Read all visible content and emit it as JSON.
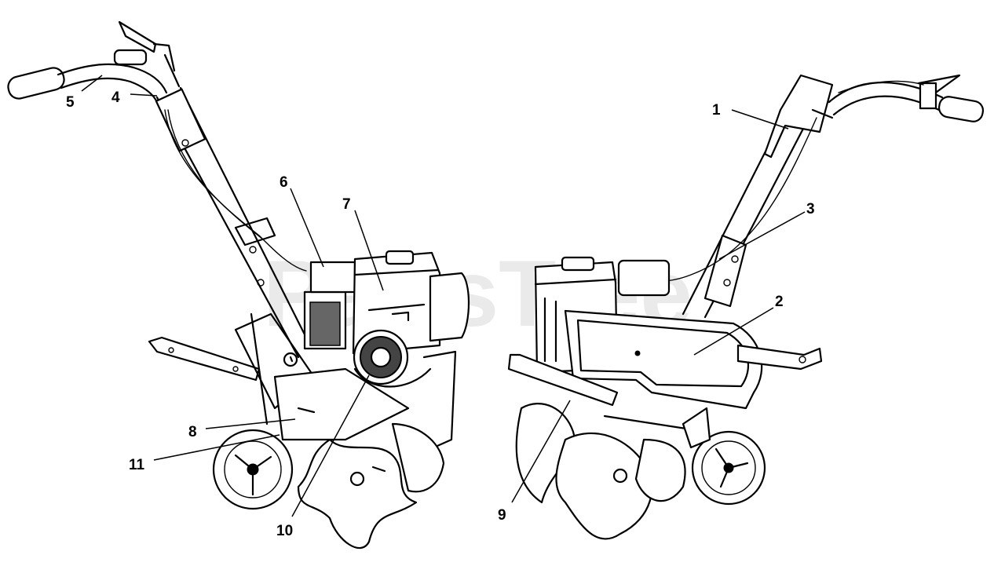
{
  "watermark": "PartsTree",
  "callouts": [
    {
      "id": "c1",
      "label": "1"
    },
    {
      "id": "c2",
      "label": "2"
    },
    {
      "id": "c3",
      "label": "3"
    },
    {
      "id": "c4",
      "label": "4"
    },
    {
      "id": "c5",
      "label": "5"
    },
    {
      "id": "c6",
      "label": "6"
    },
    {
      "id": "c7",
      "label": "7"
    },
    {
      "id": "c8",
      "label": "8"
    },
    {
      "id": "c9",
      "label": "9"
    },
    {
      "id": "c10",
      "label": "10"
    },
    {
      "id": "c11",
      "label": "11"
    }
  ]
}
